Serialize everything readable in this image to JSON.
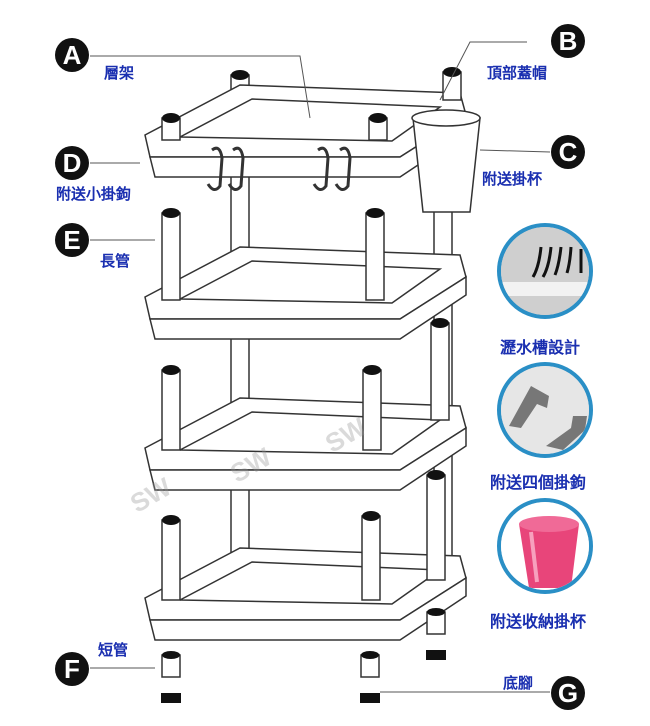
{
  "parts": [
    {
      "letter": "A",
      "label": "層架"
    },
    {
      "letter": "B",
      "label": "頂部蓋帽"
    },
    {
      "letter": "C",
      "label": "附送掛杯"
    },
    {
      "letter": "D",
      "label": "附送小掛鉤"
    },
    {
      "letter": "E",
      "label": "長管"
    },
    {
      "letter": "F",
      "label": "短管"
    },
    {
      "letter": "G",
      "label": "底腳"
    }
  ],
  "features": [
    {
      "label": "瀝水槽設計"
    },
    {
      "label": "附送四個掛鉤"
    },
    {
      "label": "附送收納掛杯"
    }
  ],
  "watermark": [
    "SW",
    "SW",
    "SW"
  ],
  "colors": {
    "label": "#1a2fb0",
    "ring": "#2a8fc6",
    "cup": "#e8457a"
  }
}
